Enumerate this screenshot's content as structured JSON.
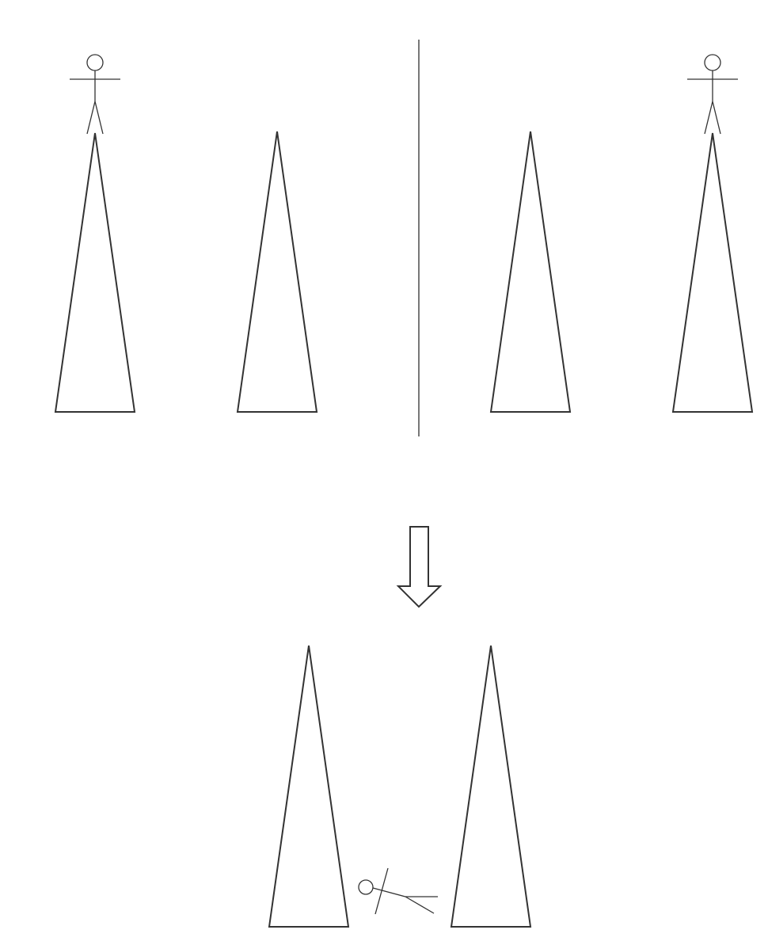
{
  "diagram": {
    "panels": [
      {
        "name": "left-panel",
        "towers": 2,
        "figure": "standing-on-tower-1"
      },
      {
        "name": "right-panel",
        "towers": 2,
        "figure": "standing-on-tower-2"
      }
    ],
    "transition": {
      "icon": "down-arrow-icon"
    },
    "result": {
      "towers": 2,
      "figure": "fallen-between-towers"
    },
    "colors": {
      "stroke": "#333333",
      "divider": "#777777",
      "background": "#ffffff"
    }
  }
}
